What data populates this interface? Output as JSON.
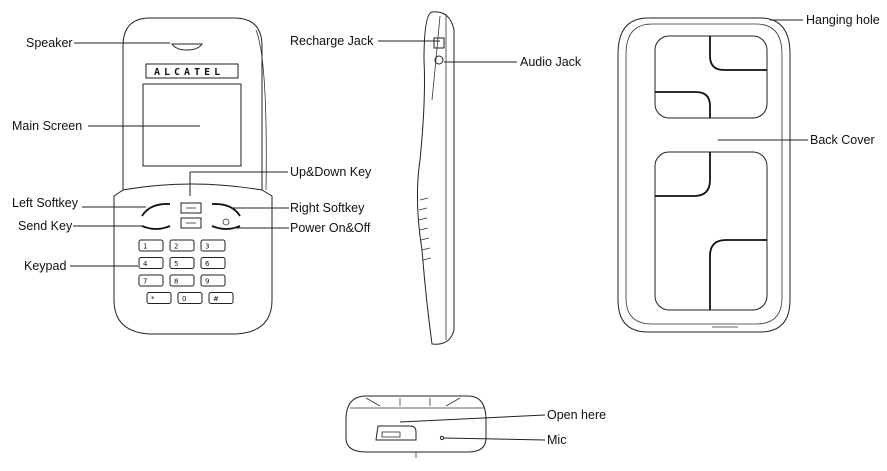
{
  "labels": {
    "speaker": "Speaker",
    "main_screen": "Main Screen",
    "left_softkey": "Left Softkey",
    "send_key": "Send Key",
    "keypad": "Keypad",
    "recharge_jack": "Recharge Jack",
    "audio_jack": "Audio Jack",
    "up_down_key": "Up&Down Key",
    "right_softkey": "Right Softkey",
    "power_on_off": "Power On&Off",
    "hanging_hole": "Hanging hole",
    "back_cover": "Back Cover",
    "open_here": "Open here",
    "mic": "Mic"
  },
  "phone": {
    "brand": "ALCATEL",
    "keys": [
      [
        "1",
        "2",
        "3"
      ],
      [
        "4",
        "5",
        "6"
      ],
      [
        "7",
        "8",
        "9"
      ],
      [
        "*",
        "0",
        "#"
      ]
    ]
  }
}
